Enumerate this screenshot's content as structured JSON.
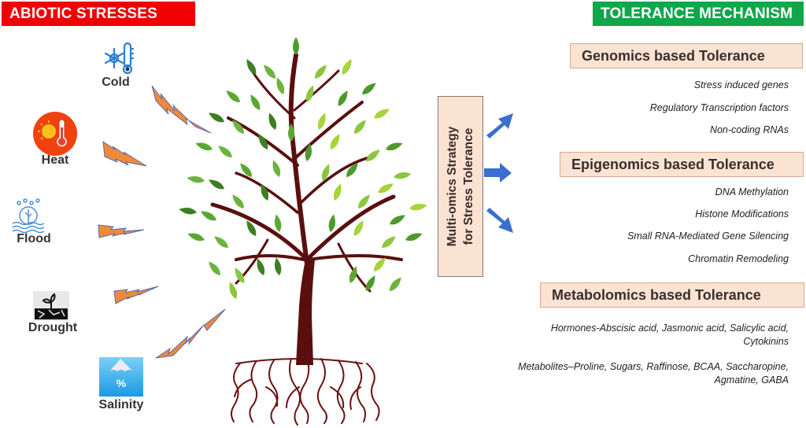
{
  "headers": {
    "left": "ABIOTIC STRESSES",
    "right": "TOLERANCE MECHANISM"
  },
  "colors": {
    "stress_header": "#f00000",
    "tolerance_header": "#10a64a",
    "box_fill": "#fbe3d4",
    "bolt": "#ee8a3a",
    "arrow": "#3a6fd0",
    "trunk": "#5a0f0f"
  },
  "stresses": [
    {
      "label": "Cold",
      "icon": "snowflake-thermometer-icon"
    },
    {
      "label": "Heat",
      "icon": "sun-thermometer-icon"
    },
    {
      "label": "Flood",
      "icon": "flood-plant-icon"
    },
    {
      "label": "Drought",
      "icon": "drought-seedling-icon"
    },
    {
      "label": "Salinity",
      "icon": "salt-water-icon"
    }
  ],
  "strategy": {
    "line1": "Multi-omics Strategy",
    "line2": "for  Stress Tolerance"
  },
  "mechanisms": [
    {
      "title": "Genomics based Tolerance",
      "items": [
        "Stress induced genes",
        "Regulatory Transcription factors",
        "Non-coding RNAs"
      ]
    },
    {
      "title": "Epigenomics based Tolerance",
      "items": [
        "DNA Methylation",
        "Histone Modifications",
        "Small RNA-Mediated Gene Silencing",
        "Chromatin Remodeling"
      ]
    },
    {
      "title": "Metabolomics based Tolerance",
      "items": [
        "Hormones-Abscisic acid, Jasmonic acid, Salicylic acid, Cytokinins",
        "Metabolites–Proline, Sugars,  Raffinose, BCAA, Saccharopine, Agmatine, GABA"
      ]
    }
  ]
}
